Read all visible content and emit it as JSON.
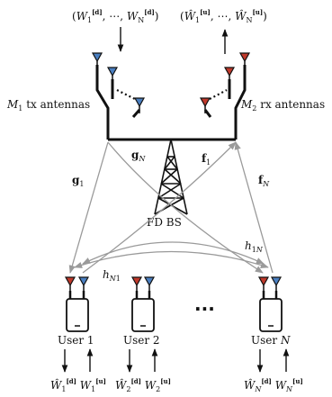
{
  "top": {
    "downlink_symbols": "(W1[d], ⋯, WN[d])",
    "uplink_symbols": "(Ŵ1[u], ⋯, ŴN[u])"
  },
  "bs": {
    "tx_label_m": "M",
    "tx_label_sub": "1",
    "tx_label_rest": " tx antennas",
    "rx_label_m": "M",
    "rx_label_sub": "2",
    "rx_label_rest": " rx antennas",
    "name": "FD BS"
  },
  "channels": {
    "g1": "g",
    "g1_sub": "1",
    "gN": "g",
    "gN_sub": "N",
    "f1": "f",
    "f1_sub": "1",
    "fN": "f",
    "fN_sub": "N",
    "h1N": "h",
    "h1N_sub": "1N",
    "hN1": "h",
    "hN1_sub": "N1"
  },
  "users": [
    {
      "name": "User 1",
      "down": "Ŵ",
      "down_sub": "1",
      "down_sup": "[d]",
      "up": "W",
      "up_sub": "1",
      "up_sup": "[u]"
    },
    {
      "name": "User 2",
      "down": "Ŵ",
      "down_sub": "2",
      "down_sup": "[d]",
      "up": "W",
      "up_sub": "2",
      "up_sup": "[u]"
    },
    {
      "name_prefix": "User ",
      "name_var": "N",
      "down": "Ŵ",
      "down_sub": "N",
      "down_sup": "[d]",
      "up": "W",
      "up_sub": "N",
      "up_sup": "[u]"
    }
  ],
  "ellipsis": "···",
  "colors": {
    "blue_antenna": "#4a7fc1",
    "red_antenna": "#c0392b",
    "grey_link": "#9a9a9a",
    "black": "#111111"
  }
}
